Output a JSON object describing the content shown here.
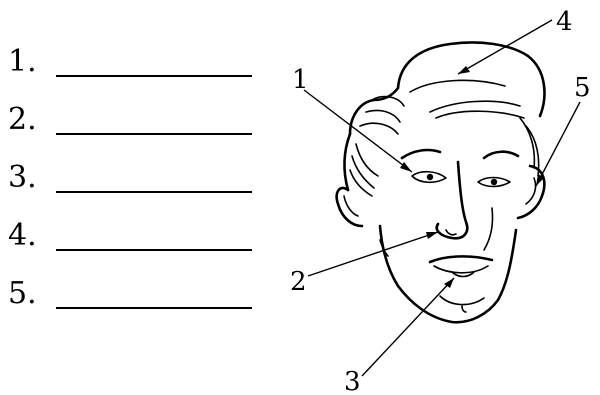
{
  "blanks": [
    {
      "number": "1."
    },
    {
      "number": "2."
    },
    {
      "number": "3."
    },
    {
      "number": "4."
    },
    {
      "number": "5."
    }
  ],
  "callouts": [
    {
      "label": "1",
      "target": "eye"
    },
    {
      "label": "2",
      "target": "nose"
    },
    {
      "label": "3",
      "target": "mouth"
    },
    {
      "label": "4",
      "target": "hair"
    },
    {
      "label": "5",
      "target": "ear"
    }
  ]
}
